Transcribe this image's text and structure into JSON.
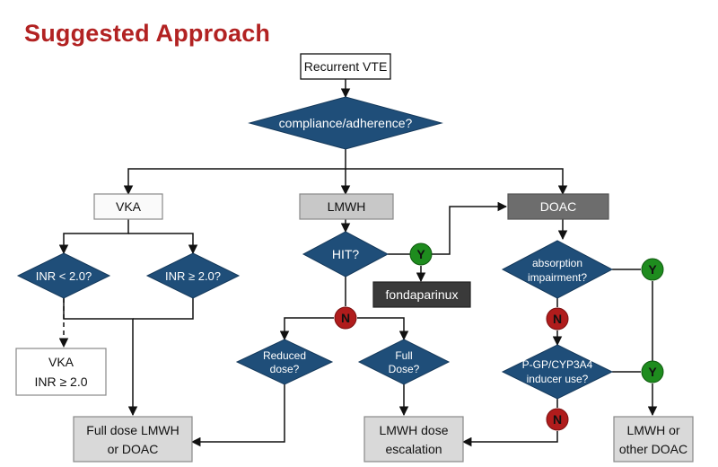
{
  "title": "Suggested Approach",
  "colors": {
    "title": "#b22222",
    "diamond": "#1f4e79",
    "yes": "#1e8c1e",
    "no": "#b01c1c",
    "dark_box": "#3a3a3a",
    "mid_box": "#6d6d6d",
    "light_box": "#c8c8c8",
    "pale_box": "#d9d9d9"
  },
  "nodes": {
    "start": "Recurrent VTE",
    "compliance": "compliance/adherence?",
    "vka": "VKA",
    "lmwh": "LMWH",
    "doac": "DOAC",
    "inr_low": "INR < 2.0?",
    "inr_high": "INR ≥ 2.0?",
    "hit": "HIT?",
    "fondaparinux": "fondaparinux",
    "absorption": [
      "absorption",
      "impairment?"
    ],
    "pgp": [
      "P-GP/CYP3A4",
      "inducer use?"
    ],
    "reduced_dose": [
      "Reduced",
      "dose?"
    ],
    "full_dose": [
      "Full",
      "Dose?"
    ],
    "vka_inr": [
      "VKA",
      "INR ≥ 2.0"
    ],
    "full_lmwh_doac": [
      "Full dose LMWH",
      "or DOAC"
    ],
    "lmwh_escalation": [
      "LMWH dose",
      "escalation"
    ],
    "lmwh_other_doac": [
      "LMWH or",
      "other DOAC"
    ]
  },
  "badges": {
    "yes": "Y",
    "no": "N"
  }
}
